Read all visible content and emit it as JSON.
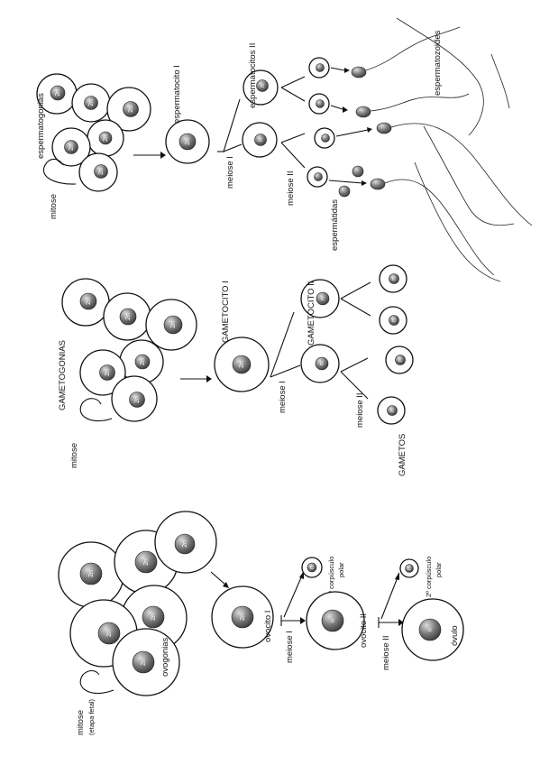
{
  "colors": {
    "line": "#111111",
    "background": "#ffffff",
    "nucleus_light": "#dddddd",
    "nucleus_dark": "#3a3a3a"
  },
  "panels": {
    "spermatogenesis": {
      "spermatogonia": "espermatogonias",
      "mitosis": "mitose",
      "spermatocyte1": "espermatocito I",
      "spermatocytes2": "espermatocitos II",
      "meiosis1": "meiose I",
      "meiosis2": "meiose II",
      "spermatids": "espermátidas",
      "spermatozoa": "espermatozoides",
      "ploidy_2n": "2n",
      "ploidy_n": "n"
    },
    "generic": {
      "gametogonia": "GAMETOGONIAS",
      "mitosis": "mitose",
      "gametocyte1": "GAMETOCITO I",
      "gametocyte2": "GAMETOCITO II",
      "meiosis1": "meiose I",
      "meiosis2": "meiose II",
      "gametes": "GAMETOS",
      "ploidy_2n": "2n",
      "ploidy_n": "n"
    },
    "oogenesis": {
      "oogonia": "ovogonias",
      "mitosis": "mitose",
      "mitosis_note": "(etapa fetal)",
      "oocyte1": "ovocito I",
      "oocyte2": "ovocito II",
      "polar1_line1": "1º corpúsculo",
      "polar1_line2": "polar",
      "polar2_line1": "2º corpúsculo",
      "polar2_line2": "polar",
      "meiosis1": "meiose I",
      "meiosis2": "meiose II",
      "ovum": "óvulo",
      "ploidy_2n": "2n",
      "ploidy_n": "n"
    }
  }
}
